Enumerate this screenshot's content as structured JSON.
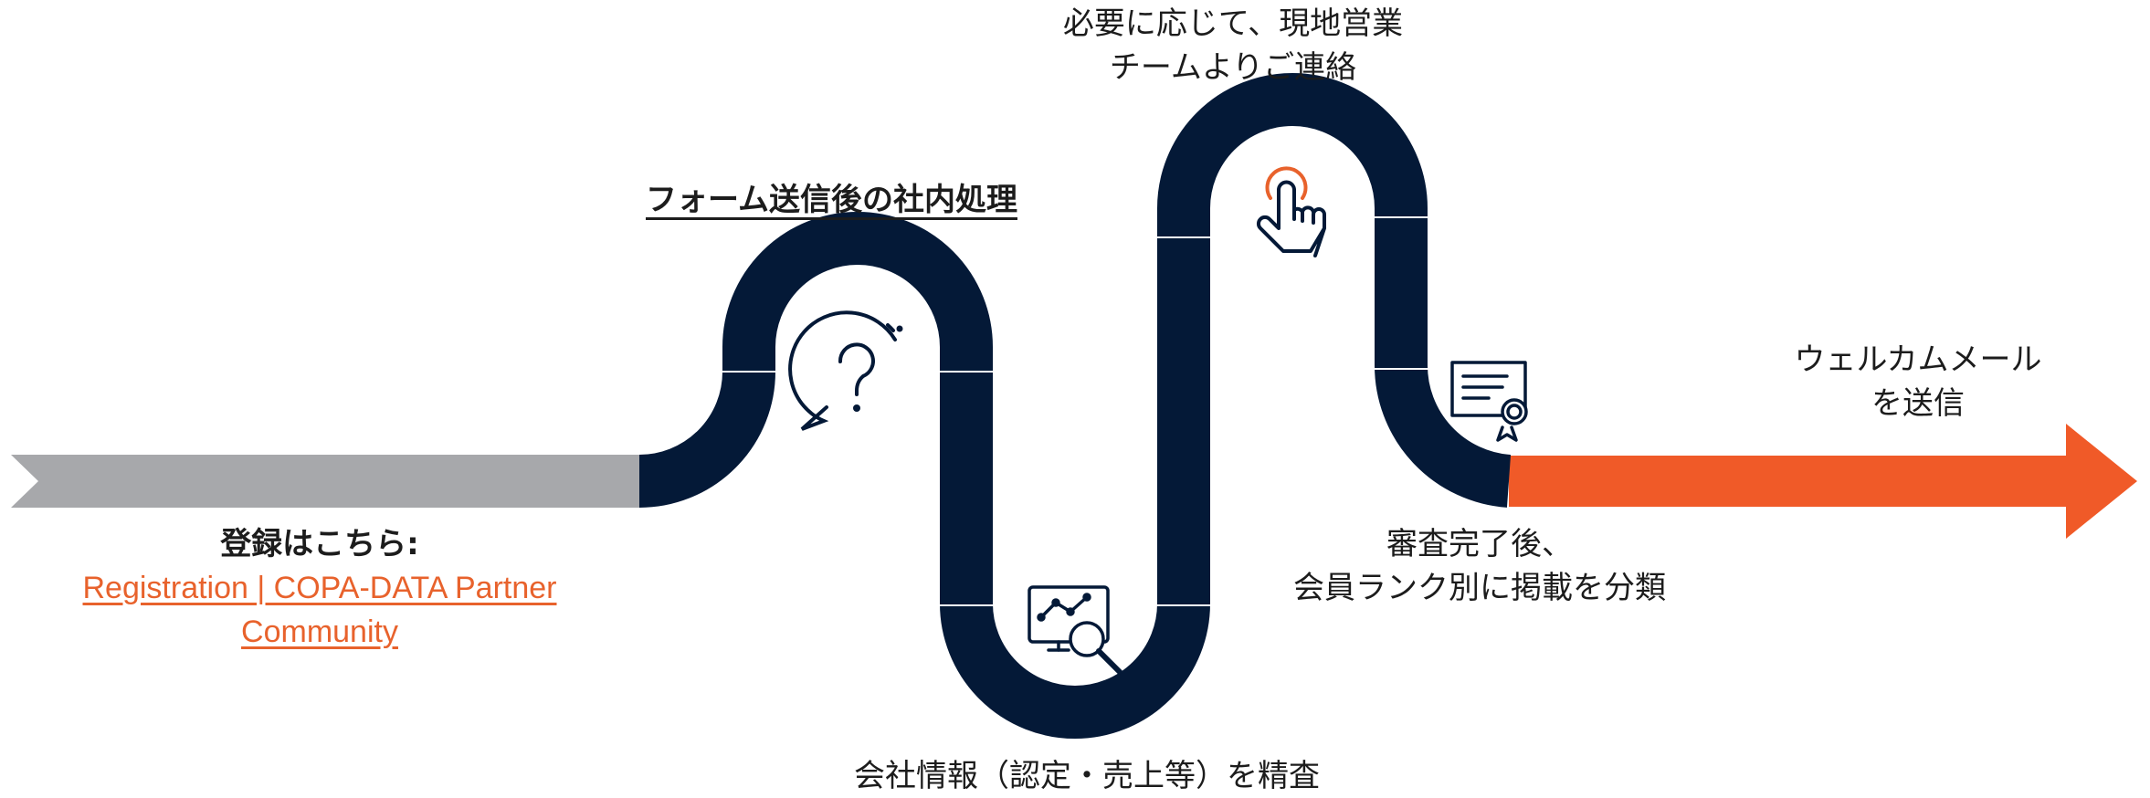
{
  "colors": {
    "path": "#041937",
    "start_arrow": "#a7a8ab",
    "end_arrow": "#f05a28",
    "link": "#e8622c",
    "accent_icon": "#e8622c"
  },
  "steps": {
    "registration": {
      "title": "登録はこちら:",
      "link_line1": "Registration | COPA-DATA Partner",
      "link_line2": "Community"
    },
    "internal_processing": {
      "heading": "フォーム送信後の社内処理"
    },
    "company_review": {
      "text": "会社情報（認定・売上等）を精査"
    },
    "sales_contact": {
      "line1": "必要に応じて、現地営業",
      "line2": "チームよりご連絡"
    },
    "classification": {
      "line1": "審査完了後、",
      "line2": "会員ランク別に掲載を分類"
    },
    "welcome_mail": {
      "line1": "ウェルカムメール",
      "line2": "を送信"
    }
  },
  "icons": [
    "question-bubble-icon",
    "chart-magnifier-icon",
    "touch-hand-icon",
    "certificate-icon"
  ]
}
